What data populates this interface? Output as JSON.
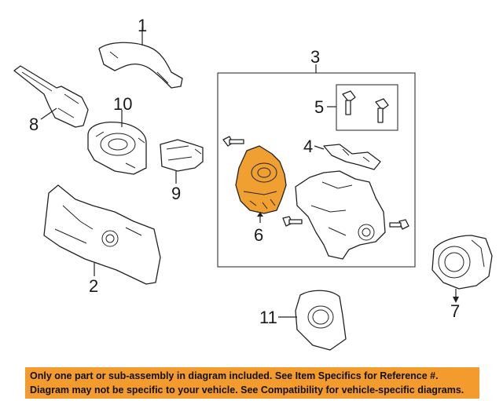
{
  "callouts": {
    "c1": "1",
    "c2": "2",
    "c3": "3",
    "c4": "4",
    "c5": "5",
    "c6": "6",
    "c7": "7",
    "c8": "8",
    "c9": "9",
    "c10": "10",
    "c11": "11"
  },
  "highlight_part": "6",
  "colors": {
    "highlight_fill": "#f0a030",
    "banner": "#f39b2c",
    "line": "#222222"
  },
  "disclaimer": {
    "line1": "Only one part or sub-assembly in diagram included. See Item Specifics for Reference #.",
    "line2": "Diagram may not be specific to your vehicle. See Compatibility for vehicle-specific diagrams."
  }
}
